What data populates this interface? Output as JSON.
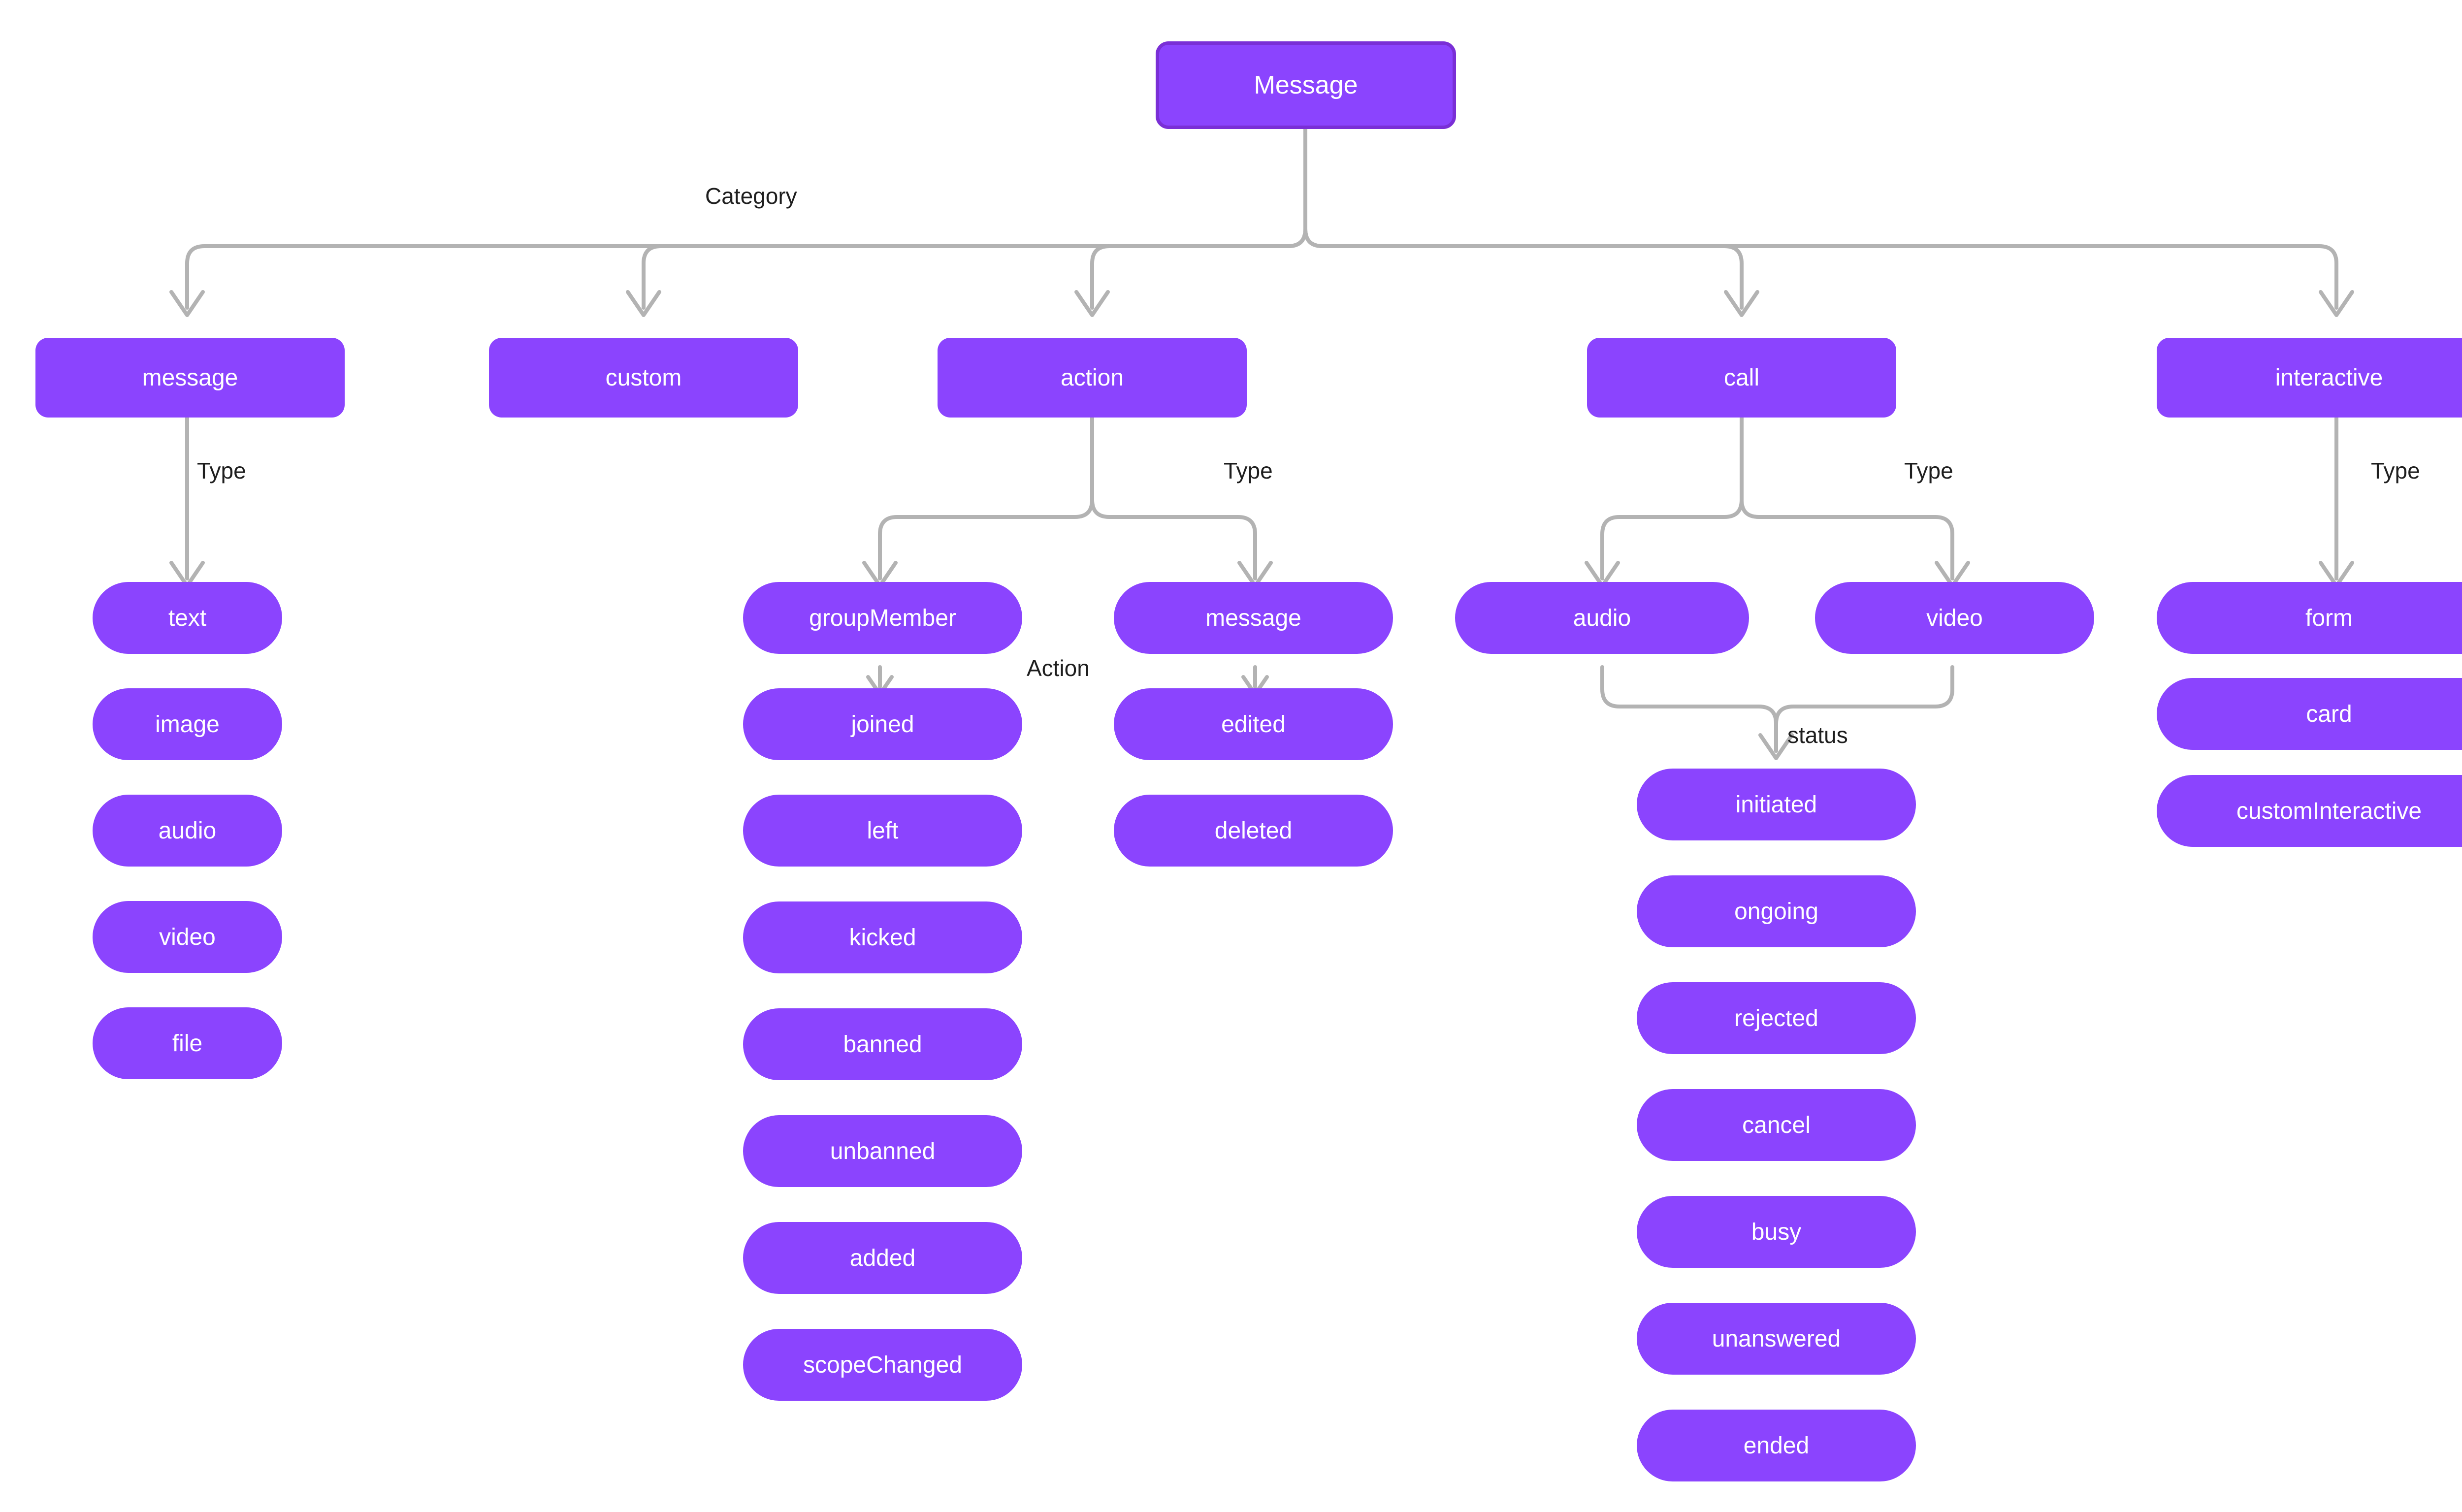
{
  "diagram": {
    "title": "Message",
    "background_color": "#ffffff",
    "node_fill": "#8B44FE",
    "node_border": "#7A2FD6",
    "node_text_color": "#ffffff",
    "edge_color": "#b3b3b3",
    "label_text_color": "#1e1e1e",
    "root": {
      "label": "Message"
    },
    "edge_labels": {
      "category": "Category",
      "type_message": "Type",
      "type_action": "Type",
      "type_call": "Type",
      "type_interactive": "Type",
      "action": "Action",
      "status": "status"
    },
    "categories": [
      {
        "id": "message",
        "label": "message"
      },
      {
        "id": "custom",
        "label": "custom"
      },
      {
        "id": "action",
        "label": "action"
      },
      {
        "id": "call",
        "label": "call"
      },
      {
        "id": "interactive",
        "label": "interactive"
      }
    ],
    "message_types": [
      {
        "label": "text"
      },
      {
        "label": "image"
      },
      {
        "label": "audio"
      },
      {
        "label": "video"
      },
      {
        "label": "file"
      }
    ],
    "action_types": [
      {
        "label": "groupMember"
      },
      {
        "label": "message"
      }
    ],
    "group_member_actions": [
      {
        "label": "joined"
      },
      {
        "label": "left"
      },
      {
        "label": "kicked"
      },
      {
        "label": "banned"
      },
      {
        "label": "unbanned"
      },
      {
        "label": "added"
      },
      {
        "label": "scopeChanged"
      }
    ],
    "message_actions": [
      {
        "label": "edited"
      },
      {
        "label": "deleted"
      }
    ],
    "call_types": [
      {
        "label": "audio"
      },
      {
        "label": "video"
      }
    ],
    "call_statuses": [
      {
        "label": "initiated"
      },
      {
        "label": "ongoing"
      },
      {
        "label": "rejected"
      },
      {
        "label": "cancel"
      },
      {
        "label": "busy"
      },
      {
        "label": "unanswered"
      },
      {
        "label": "ended"
      }
    ],
    "interactive_types": [
      {
        "label": "form"
      },
      {
        "label": "card"
      },
      {
        "label": "customInteractive"
      }
    ]
  }
}
